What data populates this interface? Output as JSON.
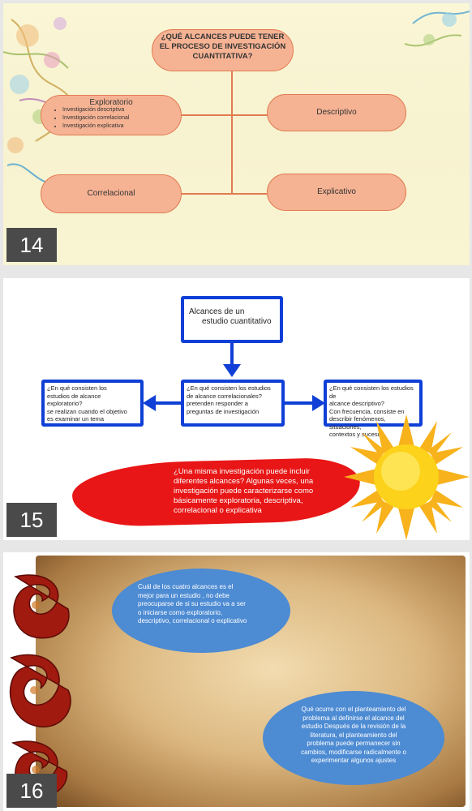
{
  "slides": [
    {
      "number": "14",
      "title_lines": [
        "¿QUÉ ALCANCES PUEDE TENER",
        "EL PROCESO DE INVESTIGACIÓN",
        "CUANTITATIVA?"
      ],
      "exploratorio": {
        "title": "Exploratorio",
        "bullets": [
          "Investigación descriptiva",
          " Investigación correlacional",
          "Investigación explicativa"
        ]
      },
      "descriptivo": "Descriptivo",
      "correlacional": "Correlacional",
      "explicativo": "Explicativo"
    },
    {
      "number": "15",
      "top_box_lines": [
        "Alcances de un",
        "estudio cuantitativo"
      ],
      "left_box_lines": [
        "¿En qué consisten los",
        "estudios de alcance",
        "exploratorio?",
        "se realizan cuando el objetivo",
        "es examinar un tema"
      ],
      "center_box_lines": [
        "¿En qué consisten los estudios",
        "de alcance correlacionales?",
        "pretenden responder a",
        "preguntas de investigación"
      ],
      "right_box_lines": [
        "¿En qué consisten los estudios de",
        "alcance descriptivo?",
        "Con frecuencia, consiste en",
        "describir fenómenos, situaciones,",
        "contextos y sucesos"
      ],
      "red_text_lines": [
        "¿Una misma investigación puede incluir",
        "diferentes alcances? Algunas veces, una",
        "investigación puede caracterizarse como",
        "básicamente exploratoria, descriptiva,",
        "correlacional o explicativa"
      ]
    },
    {
      "number": "16",
      "bubble1_lines": [
        "Cuál de los cuatro alcances es el",
        "mejor para un estudio , no debe",
        "preocuparse de si su estudio va a ser",
        "o iniciarse como exploratorio,",
        "descriptivo, correlacional o explicativo"
      ],
      "bubble2_lines": [
        "Qué ocurre con el planteamiento del",
        "problema al definirse el alcance del",
        "estudio Después de la revisión de la",
        "literatura, el planteamiento del",
        "problema puede permanecer sin",
        "cambios, modificarse radicalmente o",
        "experimentar algunos ajustes"
      ]
    }
  ],
  "colors": {
    "pill_fill": "#f6b394",
    "pill_border": "#e07b52",
    "box_blue": "#0f3fd6",
    "red_band": "#e81616",
    "bubble_blue": "#4d8bd3",
    "number_badge": "#4a4a4a"
  }
}
